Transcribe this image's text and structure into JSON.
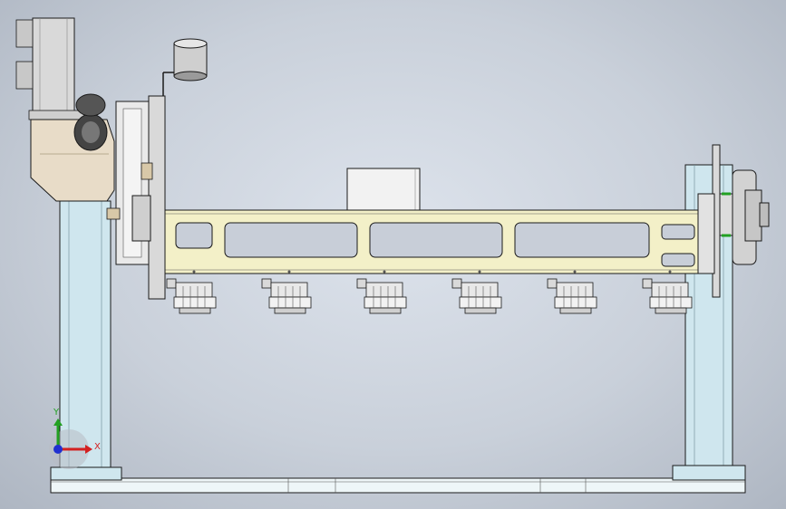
{
  "colors": {
    "frame": "#cfe6ee",
    "beam": "#f3f0c8",
    "motor": "#d9d9d9",
    "gearbox": "#e8dcc8",
    "outline": "#1a1a1a",
    "axis_x": "#d32020",
    "axis_y": "#22a022",
    "axis_z": "#2030d0"
  },
  "triad": {
    "x_label": "X",
    "y_label": "Y"
  },
  "fixtures": {
    "count": 6
  }
}
